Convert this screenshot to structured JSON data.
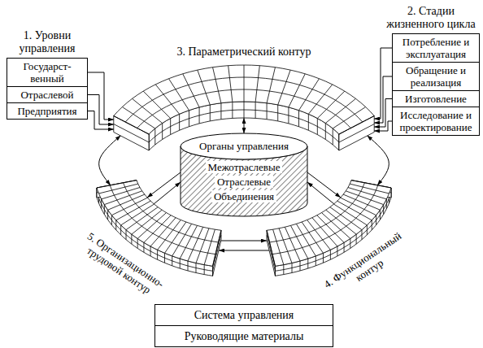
{
  "diagram": {
    "nodes": [
      {
        "text": [
          "1. Уровни управления"
        ]
      },
      {
        "text": [
          "Государст- венный"
        ],
        "in": 0
      },
      {
        "text": [
          "Отраслевой"
        ],
        "in": 0
      },
      {
        "text": [
          "Предприятия"
        ],
        "in": 0
      },
      {
        "text": [
          "2. Стадии жизненного цикла"
        ]
      },
      {
        "text": [
          "Потребление и эксплуатация"
        ],
        "in": 4
      },
      {
        "text": [
          "Обращение и реализация"
        ],
        "in": 4
      },
      {
        "text": [
          "Изготовление"
        ],
        "in": 4
      },
      {
        "text": [
          "Исследование и проектирование"
        ],
        "in": 4
      },
      {
        "text": [
          "3. Параметрический контур"
        ]
      },
      {
        "text": [
          "Органы управления",
          "Межотраслевые",
          "Отраслевые",
          "Объединения"
        ]
      },
      {
        "text": [
          "5. Организационно- трудовой контур"
        ]
      },
      {
        "text": [
          "4. Функциональный контур"
        ]
      },
      {
        "text": [
          "Система управления"
        ]
      },
      {
        "text": [
          "Руководящие материалы"
        ]
      }
    ],
    "edges": [
      {
        "from": 1,
        "to": 9,
        "arrow": "to"
      },
      {
        "from": 2,
        "to": 9,
        "arrow": "to"
      },
      {
        "from": 3,
        "to": 9,
        "arrow": "to"
      },
      {
        "from": 5,
        "to": 9,
        "arrow": "to"
      },
      {
        "from": 6,
        "to": 9,
        "arrow": "to"
      },
      {
        "from": 7,
        "to": 9,
        "arrow": "to"
      },
      {
        "from": 8,
        "to": 9,
        "arrow": "to"
      },
      {
        "from": 10,
        "to": 9,
        "arrow": "both"
      },
      {
        "from": 9,
        "to": 11,
        "arrow": "both"
      },
      {
        "from": 9,
        "to": 12,
        "arrow": "both"
      },
      {
        "from": 10,
        "to": 11,
        "arrow": "to"
      },
      {
        "from": 11,
        "to": 10,
        "arrow": "to"
      },
      {
        "from": 10,
        "to": 12,
        "arrow": "to"
      },
      {
        "from": 12,
        "to": 10,
        "arrow": "to"
      },
      {
        "from": 11,
        "to": 12,
        "arrow": "to"
      },
      {
        "from": 12,
        "to": 11,
        "arrow": "to"
      }
    ]
  }
}
